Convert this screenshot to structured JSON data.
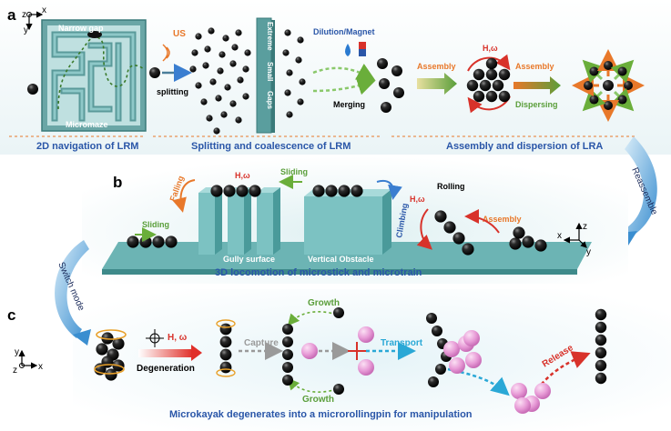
{
  "panels": {
    "a": "a",
    "b": "b",
    "c": "c"
  },
  "axes": {
    "a": {
      "z": "z",
      "x": "x",
      "y": "y"
    },
    "b": {
      "z": "z",
      "x": "x",
      "y": "y"
    },
    "c": {
      "y": "y",
      "z": "z",
      "x": "x"
    }
  },
  "row_a": {
    "narrow_gap": "Narrow gap",
    "micromaze": "Micromaze",
    "us": "US",
    "splitting": "splitting",
    "gap_labels": [
      "Extreme",
      "Small",
      "Gaps"
    ],
    "dilution_magnet": "Dilution/Magnet",
    "merging": "Merging",
    "assembly_1": "Assembly",
    "hw": "H,ω",
    "assembly_2": "Assembly",
    "dispersing": "Dispersing",
    "caption_1": "2D navigation of LRM",
    "caption_2": "Splitting and coalescence of LRM",
    "caption_3": "Assembly and dispersion  of LRA",
    "reassemble": "Reassemble"
  },
  "row_b": {
    "sliding_left": "Sliding",
    "falling": "Falling",
    "hw_top": "H,ω",
    "sliding_top": "Sliding",
    "climbing": "Climbing",
    "rolling": "Rolling",
    "hw_roll": "H,ω",
    "assembly": "Assembly",
    "gully_surface": "Gully surface",
    "vertical_obstacle": "Vertical Obstacle",
    "caption": "3D locomotion of microstick and microtrain"
  },
  "row_c": {
    "switch_mode": "Switch mode",
    "hw": "H, ω",
    "degeneration": "Degeneration",
    "capture": "Capture",
    "growth_top": "Growth",
    "growth_bottom": "Growth",
    "transport": "Transport",
    "release": "Release",
    "caption": "Microkayak degenerates into a microrollingpin for manipulation"
  },
  "colors": {
    "teal": "#4a9a9a",
    "ball": "#1a1a1a",
    "orange": "#e8782a",
    "green": "#5a9e3a",
    "red": "#d8322a",
    "blue_text": "#2a56a8",
    "pink": "#e79ad6",
    "cyan_arrow": "#2aa8d6"
  }
}
